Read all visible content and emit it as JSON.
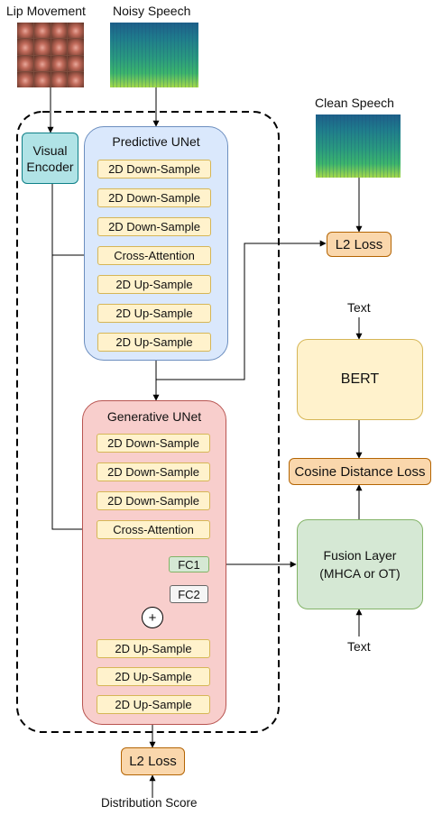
{
  "inputs": {
    "lip_movement": "Lip Movement",
    "noisy_speech": "Noisy Speech",
    "clean_speech": "Clean Speech"
  },
  "visual_encoder": "Visual\nEncoder",
  "predictive_unet": {
    "title": "Predictive UNet",
    "blocks": [
      "2D Down-Sample",
      "2D Down-Sample",
      "2D Down-Sample",
      "Cross-Attention",
      "2D Up-Sample",
      "2D Up-Sample",
      "2D Up-Sample"
    ]
  },
  "generative_unet": {
    "title": "Generative UNet",
    "down_blocks": [
      "2D Down-Sample",
      "2D Down-Sample",
      "2D Down-Sample",
      "Cross-Attention"
    ],
    "fc1": "FC1",
    "fc2": "FC2",
    "sum": "+",
    "up_blocks": [
      "2D Up-Sample",
      "2D Up-Sample",
      "2D Up-Sample"
    ]
  },
  "losses": {
    "l2_top": "L2 Loss",
    "l2_bottom": "L2 Loss",
    "cosine": "Cosine Distance Loss"
  },
  "bert": "BERT",
  "fusion_layer": "Fusion Layer\n(MHCA or OT)",
  "text_top": "Text",
  "text_bottom": "Text",
  "distribution_score": "Distribution Score",
  "colors": {
    "predictive_fill": "#dae8fc",
    "predictive_border": "#6c8ebf",
    "generative_fill": "#f8cecc",
    "generative_border": "#b85450",
    "block_fill": "#fff2cc",
    "block_border": "#d6b656",
    "loss_fill": "#fad7ac",
    "loss_border": "#b46504",
    "encoder_fill": "#b0e3e6",
    "encoder_border": "#0e8088",
    "fusion_fill": "#d5e8d4",
    "fusion_border": "#82b366",
    "fc2_fill": "#f5f5f5",
    "fc2_border": "#666666"
  }
}
